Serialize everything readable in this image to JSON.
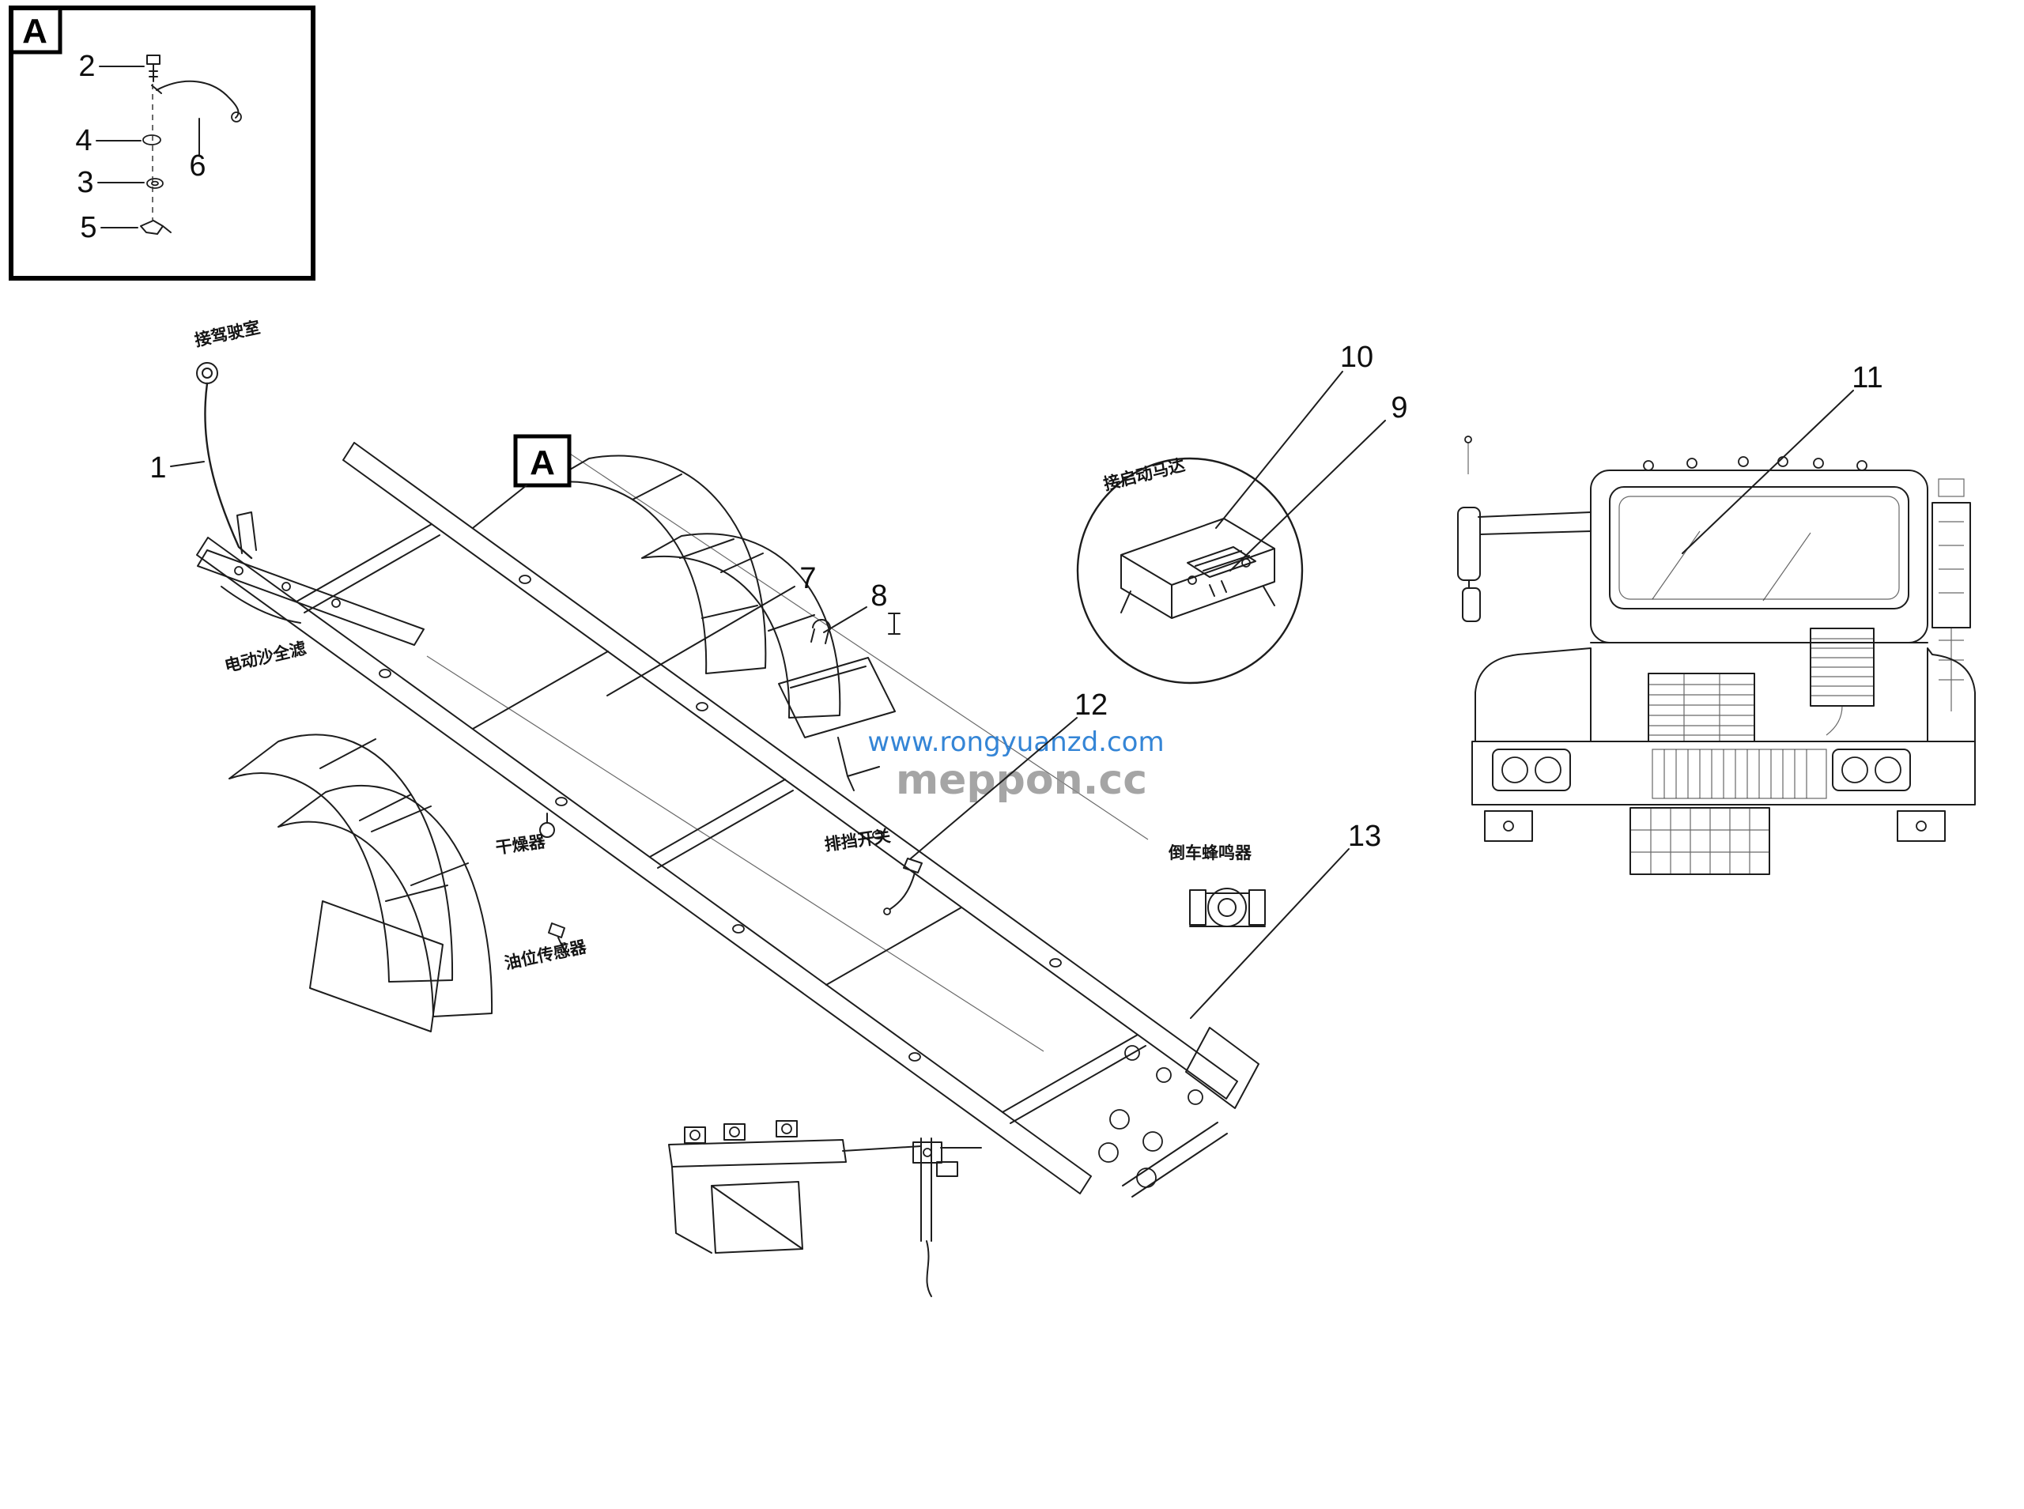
{
  "figure": {
    "kind": "truck-chassis-electrics-parts-diagram",
    "line_color": "#1d1d1d",
    "background": "#ffffff"
  },
  "inset": {
    "corner_label": "A",
    "c2": "2",
    "c3": "3",
    "c4": "4",
    "c5": "5",
    "c6": "6"
  },
  "markers": {
    "section_a": "A"
  },
  "callouts": {
    "c1": "1",
    "c7": "7",
    "c8": "8",
    "c9": "9",
    "c10": "10",
    "c11": "11",
    "c12": "12",
    "c13": "13"
  },
  "labels": {
    "to_cab": "接驾驶室",
    "electric_sand_filter": "电动沙全滤",
    "dryer": "干燥器",
    "oil_level_sensor": "油位传感器",
    "gear_switch": "排挡开关",
    "reverse_buzzer": "倒车蜂鸣器",
    "to_starter_motor": "接启动马达"
  },
  "watermark": {
    "url_text": "www.rongyuanzd.com",
    "brand_text": "meppon.cc",
    "url_color": "#2a7fd4",
    "brand_color": "#8f8f8f"
  }
}
